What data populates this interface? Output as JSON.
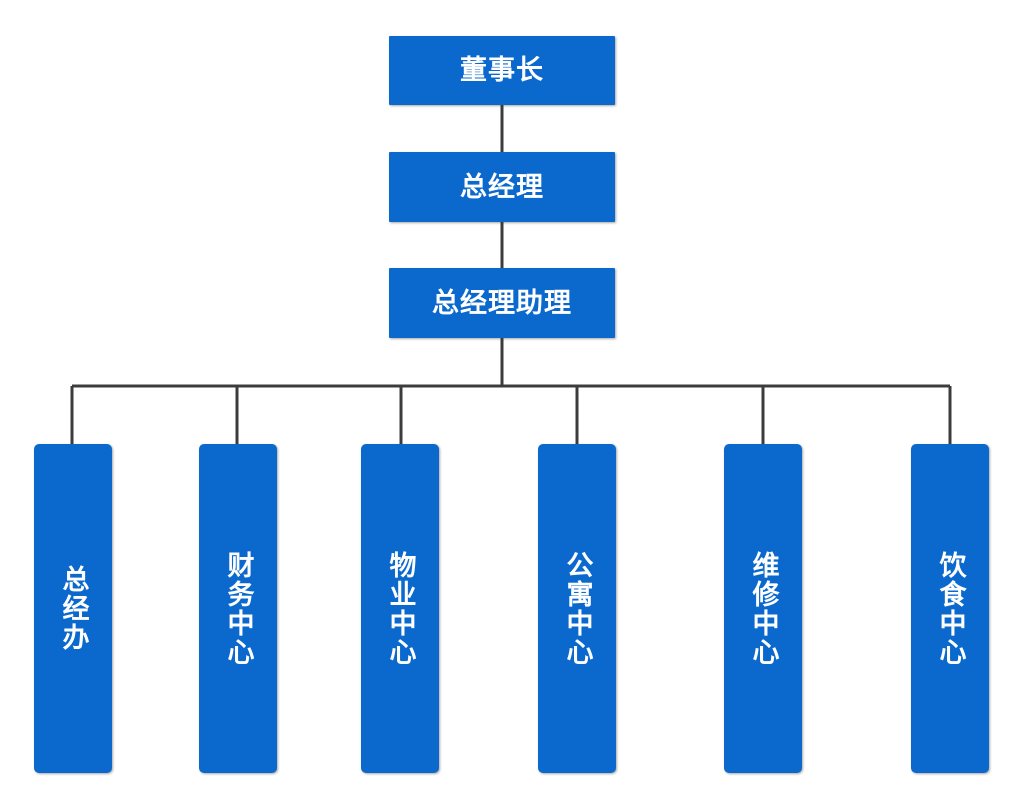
{
  "chart_data": {
    "type": "diagram",
    "diagram_type": "organization-chart",
    "orientation": "top-down",
    "title": "",
    "accent_color": "#0b69ce",
    "line_color": "#3c3c3c",
    "text_color": "#ffffff",
    "background_color": "#ffffff",
    "levels": [
      {
        "level": 1,
        "nodes": [
          "董事长"
        ]
      },
      {
        "level": 2,
        "nodes": [
          "总经理"
        ]
      },
      {
        "level": 3,
        "nodes": [
          "总经理助理"
        ]
      },
      {
        "level": 4,
        "nodes": [
          "总经办",
          "财务中心",
          "物业中心",
          "公寓中心",
          "维修中心",
          "饮食中心"
        ]
      }
    ],
    "edges": [
      {
        "from": "董事长",
        "to": "总经理"
      },
      {
        "from": "总经理",
        "to": "总经理助理"
      },
      {
        "from": "总经理助理",
        "to": "总经办"
      },
      {
        "from": "总经理助理",
        "to": "财务中心"
      },
      {
        "from": "总经理助理",
        "to": "物业中心"
      },
      {
        "from": "总经理助理",
        "to": "公寓中心"
      },
      {
        "from": "总经理助理",
        "to": "维修中心"
      },
      {
        "from": "总经理助理",
        "to": "饮食中心"
      }
    ]
  },
  "chart": {
    "chairman": {
      "label": "董事长"
    },
    "general_manager": {
      "label": "总经理"
    },
    "gm_assistant": {
      "label": "总经理助理"
    },
    "departments": [
      {
        "label": "总经办"
      },
      {
        "label": "财务中心"
      },
      {
        "label": "物业中心"
      },
      {
        "label": "公寓中心"
      },
      {
        "label": "维修中心"
      },
      {
        "label": "饮食中心"
      }
    ]
  }
}
